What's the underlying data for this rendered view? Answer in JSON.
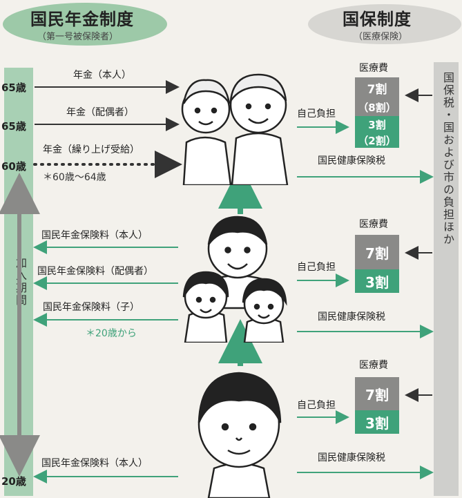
{
  "left_title": {
    "main": "国民年金制度",
    "sub": "（第一号被保険者）"
  },
  "right_title": {
    "main": "国保制度",
    "sub": "（医療保険）"
  },
  "ages": {
    "a65_1": "65歳",
    "a65_2": "65歳",
    "a60": "60歳",
    "a20": "20歳"
  },
  "kanyu_label": "加入期間",
  "right_bar_label": "国保税・国および市の負担ほか",
  "pension_rows": {
    "r1": "年金（本人）",
    "r2": "年金（配偶者）",
    "r3": "年金（繰り上げ受給）",
    "r3_note": "＊60歳〜64歳"
  },
  "premium_rows": {
    "p1": "国民年金保険料（本人）",
    "p2": "国民年金保険料（配偶者）",
    "p3": "国民年金保険料（子）",
    "p3_note": "＊20歳から",
    "p4": "国民年金保険料（本人）"
  },
  "medical": {
    "label": "医療費",
    "self_pay": "自己負担",
    "tax": "国民健康保険税",
    "elderly_cells": [
      "7割",
      "（8割）",
      "3割",
      "（2割）"
    ],
    "cells": [
      "7割",
      "3割"
    ]
  },
  "colors": {
    "green": "#3fa27a",
    "gray": "#8a8a88",
    "arrow_dark": "#333333"
  }
}
